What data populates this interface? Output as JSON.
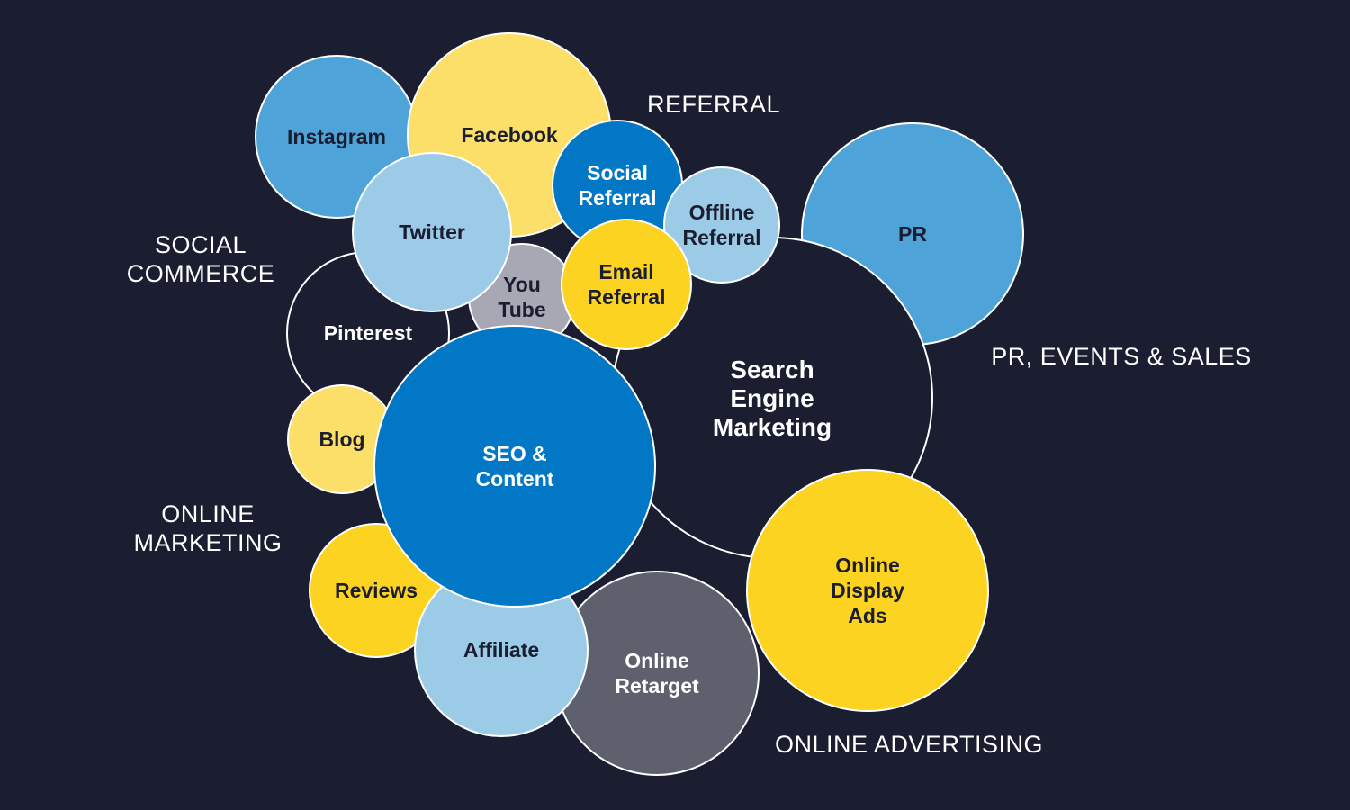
{
  "colors": {
    "background": "#1b1d30",
    "outline": "#ffffff",
    "dark_text": "#1b1d30",
    "light_text": "#ffffff"
  },
  "groups": [
    {
      "id": "referral",
      "lines": [
        "REFERRAL"
      ]
    },
    {
      "id": "social-commerce",
      "lines": [
        "SOCIAL",
        "COMMERCE"
      ]
    },
    {
      "id": "pr-events-sales",
      "lines": [
        "PR, EVENTS & SALES"
      ]
    },
    {
      "id": "online-marketing",
      "lines": [
        "ONLINE",
        "MARKETING"
      ]
    },
    {
      "id": "online-advertising",
      "lines": [
        "ONLINE ADVERTISING"
      ]
    }
  ],
  "bubbles": [
    {
      "id": "instagram",
      "lines": [
        "Instagram"
      ],
      "fill": "#4ea3d8",
      "text": "#1b1d30"
    },
    {
      "id": "facebook",
      "lines": [
        "Facebook"
      ],
      "fill": "#fbdf68",
      "text": "#1b1d30"
    },
    {
      "id": "pr",
      "lines": [
        "PR"
      ],
      "fill": "#4ea3d8",
      "text": "#1b1d30"
    },
    {
      "id": "search-engine-marketing",
      "lines": [
        "Search",
        "Engine",
        "Marketing"
      ],
      "fill": "#1b1d30",
      "text": "#ffffff"
    },
    {
      "id": "pinterest",
      "lines": [
        "Pinterest"
      ],
      "fill": "#1b1d30",
      "text": "#ffffff"
    },
    {
      "id": "youtube",
      "lines": [
        "You",
        "Tube"
      ],
      "fill": "#a7a8b4",
      "text": "#1b1d30"
    },
    {
      "id": "twitter",
      "lines": [
        "Twitter"
      ],
      "fill": "#9ccbe8",
      "text": "#1b1d30"
    },
    {
      "id": "social-referral",
      "lines": [
        "Social",
        "Referral"
      ],
      "fill": "#0277c6",
      "text": "#ffffff"
    },
    {
      "id": "offline-referral",
      "lines": [
        "Offline",
        "Referral"
      ],
      "fill": "#9ccbe8",
      "text": "#1b1d30"
    },
    {
      "id": "email-referral",
      "lines": [
        "Email",
        "Referral"
      ],
      "fill": "#fcd320",
      "text": "#1b1d30"
    },
    {
      "id": "blog",
      "lines": [
        "Blog"
      ],
      "fill": "#fbdf68",
      "text": "#1b1d30"
    },
    {
      "id": "online-display-ads",
      "lines": [
        "Online",
        "Display",
        "Ads"
      ],
      "fill": "#fcd320",
      "text": "#1b1d30"
    },
    {
      "id": "reviews",
      "lines": [
        "Reviews"
      ],
      "fill": "#fcd320",
      "text": "#1b1d30"
    },
    {
      "id": "online-retarget",
      "lines": [
        "Online",
        "Retarget"
      ],
      "fill": "#5e606e",
      "text": "#ffffff"
    },
    {
      "id": "affiliate",
      "lines": [
        "Affiliate"
      ],
      "fill": "#9ccbe8",
      "text": "#1b1d30"
    },
    {
      "id": "seo-content",
      "lines": [
        "SEO &",
        "Content"
      ],
      "fill": "#0277c6",
      "text": "#ffffff"
    }
  ]
}
